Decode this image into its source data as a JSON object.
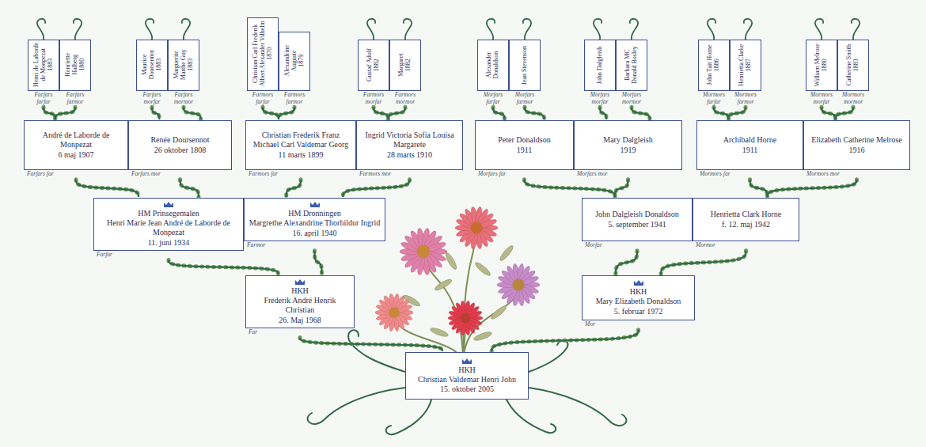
{
  "diagram": {
    "nodes": [
      {
        "text": [
          "Henri de Laborde de Monpezat",
          "1883",
          "Farfars farfar"
        ]
      },
      {
        "text": [
          "Henriette Halberg",
          "1880",
          "Farfars farmor"
        ]
      },
      {
        "text": [
          "Maurice Doursennot",
          "1883",
          "Farfars morfar"
        ]
      },
      {
        "text": [
          "Marguerite Marthe Guy",
          "1883",
          "Farfars mormor"
        ]
      },
      {
        "text": [
          "Christian Carl Frederik Albert Alexander Vilhelm",
          "1870",
          "Farmors farfar"
        ]
      },
      {
        "text": [
          "Alexandrine Auguste",
          "1879",
          "Farmors farmor"
        ]
      },
      {
        "text": [
          "Gustaf Adolf",
          "1882",
          "Farmors morfar"
        ]
      },
      {
        "text": [
          "Margaret",
          "1882",
          "Farmors mormor"
        ]
      },
      {
        "text": [
          "Alexander Donaldson",
          "Morfars farfar"
        ]
      },
      {
        "text": [
          "Jean Stevenson",
          "Morfars farmor"
        ]
      },
      {
        "text": [
          "John Dalgleish",
          "Morfars morfar"
        ]
      },
      {
        "text": [
          "Barbara MC Donald Bosley",
          "Morfars mormor"
        ]
      },
      {
        "text": [
          "John Tait Horne",
          "1886",
          "Mormors farfar"
        ]
      },
      {
        "text": [
          "Henrietta Clarke",
          "1887",
          "Mormors farmor"
        ]
      },
      {
        "text": [
          "William Melrose",
          "1880",
          "Mormors morfar"
        ]
      },
      {
        "text": [
          "Catherine Smith",
          "1883",
          "Mormors mormor"
        ]
      },
      {
        "text": [
          "André de Laborde de Monpezat",
          "6 maj 1907",
          "Farfars far"
        ]
      },
      {
        "text": [
          "Renée Doursennot",
          "26 oktober 1808",
          "Farfars mor"
        ]
      },
      {
        "text": [
          "Christian Frederik Franz Michael Carl Valdemar Georg",
          "11 marts 1899",
          "Farmors far"
        ]
      },
      {
        "text": [
          "Ingrid Victoria Sofia Louisa Margarete",
          "28 marts 1910",
          "Farmors mor"
        ]
      },
      {
        "text": [
          "Peter Donaldson",
          "1911",
          "Morfars far"
        ]
      },
      {
        "text": [
          "Mary Dalgleish",
          "1919",
          "Morfars mor"
        ]
      },
      {
        "text": [
          "Archibald Horne",
          "1911",
          "Mormors far"
        ]
      },
      {
        "text": [
          "Elizabeth Catherine Melrose",
          "1916",
          "Mormors mor"
        ]
      },
      {
        "text": [
          "HM Prinsegemalen",
          "Henri Marie Jean André de Laborde de Monpezat",
          "11. juni 1934",
          "Farfar"
        ]
      },
      {
        "text": [
          "HM Dronningen",
          "Margrethe Alexandrine Thorhildur Ingrid",
          "16. april 1940",
          "Farmor"
        ]
      },
      {
        "text": [
          "John Dalgleish Donaldson",
          "5. september 1941",
          "Morfar"
        ]
      },
      {
        "text": [
          "Henrietta Clark Horne",
          "f. 12. maj 1942",
          "Mormor"
        ]
      },
      {
        "text": [
          "HKH",
          "Frederik André Henrik Christian",
          "26. Maj 1968",
          "Far"
        ]
      },
      {
        "text": [
          "HKH",
          "Mary Elizabeth Donaldson",
          "5. februar 1972",
          "Mor"
        ]
      },
      {
        "text": [
          "HKH",
          "Christian Valdemar Henri John",
          "15. oktober 2005"
        ]
      }
    ],
    "edges": [
      {
        "from": 0,
        "to": 16,
        "arrow": "none"
      },
      {
        "from": 1,
        "to": 16,
        "arrow": "none"
      },
      {
        "from": 2,
        "to": 17,
        "arrow": "none"
      },
      {
        "from": 3,
        "to": 17,
        "arrow": "none"
      },
      {
        "from": 4,
        "to": 18,
        "arrow": "none"
      },
      {
        "from": 5,
        "to": 18,
        "arrow": "none"
      },
      {
        "from": 6,
        "to": 19,
        "arrow": "none"
      },
      {
        "from": 7,
        "to": 19,
        "arrow": "none"
      },
      {
        "from": 8,
        "to": 20,
        "arrow": "none"
      },
      {
        "from": 9,
        "to": 20,
        "arrow": "none"
      },
      {
        "from": 10,
        "to": 21,
        "arrow": "none"
      },
      {
        "from": 11,
        "to": 21,
        "arrow": "none"
      },
      {
        "from": 12,
        "to": 22,
        "arrow": "none"
      },
      {
        "from": 13,
        "to": 22,
        "arrow": "none"
      },
      {
        "from": 14,
        "to": 23,
        "arrow": "none"
      },
      {
        "from": 15,
        "to": 23,
        "arrow": "none"
      },
      {
        "from": 16,
        "to": 24,
        "arrow": "none"
      },
      {
        "from": 17,
        "to": 24,
        "arrow": "none"
      },
      {
        "from": 18,
        "to": 25,
        "arrow": "none"
      },
      {
        "from": 19,
        "to": 25,
        "arrow": "none"
      },
      {
        "from": 20,
        "to": 26,
        "arrow": "none"
      },
      {
        "from": 21,
        "to": 26,
        "arrow": "none"
      },
      {
        "from": 22,
        "to": 27,
        "arrow": "none"
      },
      {
        "from": 23,
        "to": 27,
        "arrow": "none"
      },
      {
        "from": 24,
        "to": 28,
        "arrow": "none"
      },
      {
        "from": 25,
        "to": 28,
        "arrow": "none"
      },
      {
        "from": 26,
        "to": 29,
        "arrow": "none"
      },
      {
        "from": 27,
        "to": 29,
        "arrow": "none"
      },
      {
        "from": 28,
        "to": 30,
        "arrow": "none"
      },
      {
        "from": 29,
        "to": 30,
        "arrow": "none"
      }
    ]
  }
}
